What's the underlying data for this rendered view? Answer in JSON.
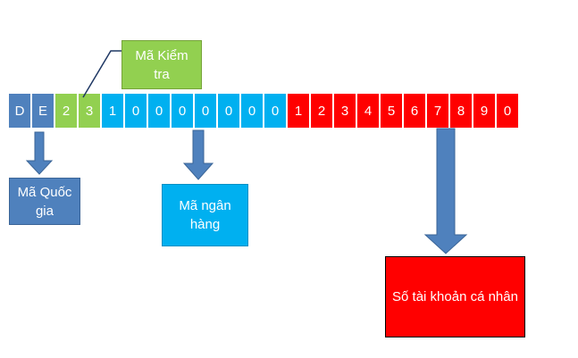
{
  "segments": {
    "country": {
      "color": "#4f81bd",
      "chars": [
        "D",
        "E"
      ]
    },
    "check": {
      "color": "#92d050",
      "chars": [
        "2",
        "3"
      ]
    },
    "bank": {
      "color": "#00b0f0",
      "chars": [
        "1",
        "0",
        "0",
        "0",
        "0",
        "0",
        "0",
        "0"
      ]
    },
    "account": {
      "color": "#ff0000",
      "chars": [
        "1",
        "2",
        "3",
        "4",
        "5",
        "6",
        "7",
        "8",
        "9",
        "0"
      ]
    }
  },
  "labels": {
    "check": [
      "Mã Kiểm",
      "tra"
    ],
    "country": [
      "Mã Quốc",
      "gia"
    ],
    "bank": [
      "Mã ngân",
      "hàng"
    ],
    "account": [
      "Số tài khoản cá nhân"
    ]
  },
  "colors": {
    "arrow": "#4f81bd",
    "connector": "#1f3864"
  },
  "icons": [
    "down-arrow-icon",
    "down-arrow-icon",
    "down-arrow-icon"
  ]
}
